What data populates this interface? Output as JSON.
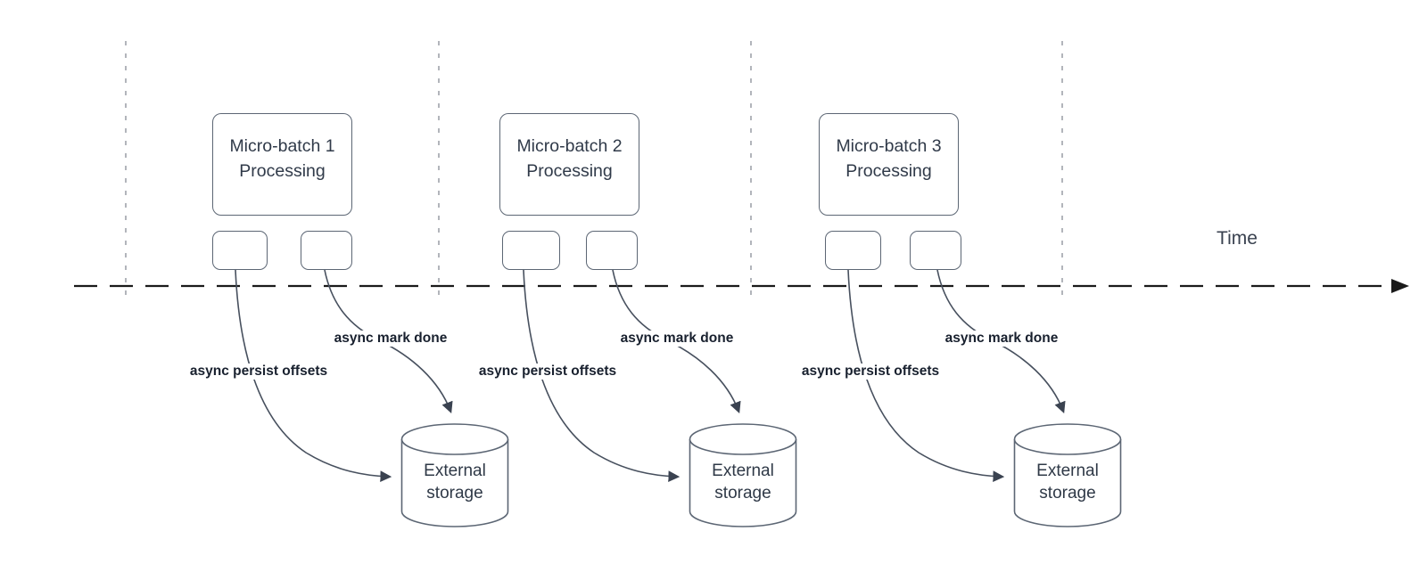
{
  "diagram": {
    "time_label": "Time",
    "columns": [
      {
        "batch_title": "Micro-batch 1\nProcessing",
        "persist_label": "async persist offsets",
        "mark_done_label": "async mark done",
        "storage_label": "External\nstorage"
      },
      {
        "batch_title": "Micro-batch 2\nProcessing",
        "persist_label": "async persist offsets",
        "mark_done_label": "async mark done",
        "storage_label": "External\nstorage"
      },
      {
        "batch_title": "Micro-batch 3\nProcessing",
        "persist_label": "async persist offsets",
        "mark_done_label": "async mark done",
        "storage_label": "External\nstorage"
      }
    ],
    "colors": {
      "shape_stroke": "#5c6674",
      "curve_stroke": "#47505e",
      "arrowhead_fill": "#3a4250",
      "timeline_stroke": "#1a1a1a",
      "guide_stroke": "#b2b5bb",
      "box_text": "#303a49",
      "bold_label_text": "#18202e",
      "time_text": "#39414f",
      "background": "#ffffff"
    }
  }
}
